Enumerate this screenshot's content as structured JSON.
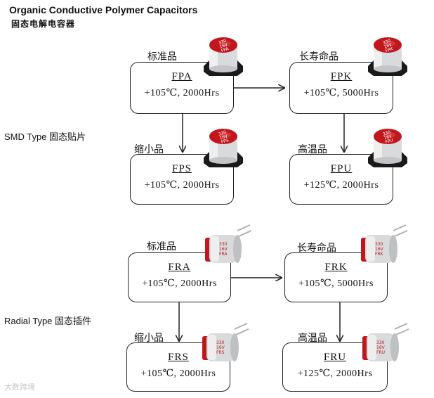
{
  "header": {
    "title": "Organic Conductive Polymer Capacitors",
    "subtitle": "固态电解电容器"
  },
  "sections": {
    "smd": {
      "label": "SMD Type 固态贴片",
      "standard": {
        "category": "标准品",
        "code": "FPA",
        "spec": "+105℃, 2000Hrs",
        "cap_text": [
          "330",
          "16V",
          "FPA"
        ]
      },
      "long_life": {
        "category": "长寿命品",
        "code": "FPK",
        "spec": "+105℃, 5000Hrs",
        "cap_text": [
          "330",
          "16V",
          "FPK"
        ]
      },
      "miniature": {
        "category": "缩小品",
        "code": "FPS",
        "spec": "+105℃, 2000Hrs",
        "cap_text": [
          "330",
          "16V",
          "FPS"
        ]
      },
      "high_temp": {
        "category": "高温品",
        "code": "FPU",
        "spec": "+125℃, 2000Hrs",
        "cap_text": [
          "330",
          "16V",
          "FPU"
        ]
      }
    },
    "radial": {
      "label": "Radial Type 固态插件",
      "standard": {
        "category": "标准品",
        "code": "FRA",
        "spec": "+105℃, 2000Hrs",
        "cap_text": [
          "330",
          "16V",
          "FRA"
        ]
      },
      "long_life": {
        "category": "长寿命品",
        "code": "FRK",
        "spec": "+105℃, 5000Hrs",
        "cap_text": [
          "330",
          "16V",
          "FRK"
        ]
      },
      "miniature": {
        "category": "缩小品",
        "code": "FRS",
        "spec": "+105℃, 2000Hrs",
        "cap_text": [
          "330",
          "16V",
          "FRS"
        ]
      },
      "high_temp": {
        "category": "高温品",
        "code": "FRU",
        "spec": "+125℃, 2000Hrs",
        "cap_text": [
          "330",
          "16V",
          "FRU"
        ]
      }
    }
  },
  "watermark": "大数跨境",
  "colors": {
    "cap_red": "#c0161c",
    "cap_silver": "#d9dadc",
    "cap_base": "#1a1a1a",
    "line": "#222222"
  }
}
